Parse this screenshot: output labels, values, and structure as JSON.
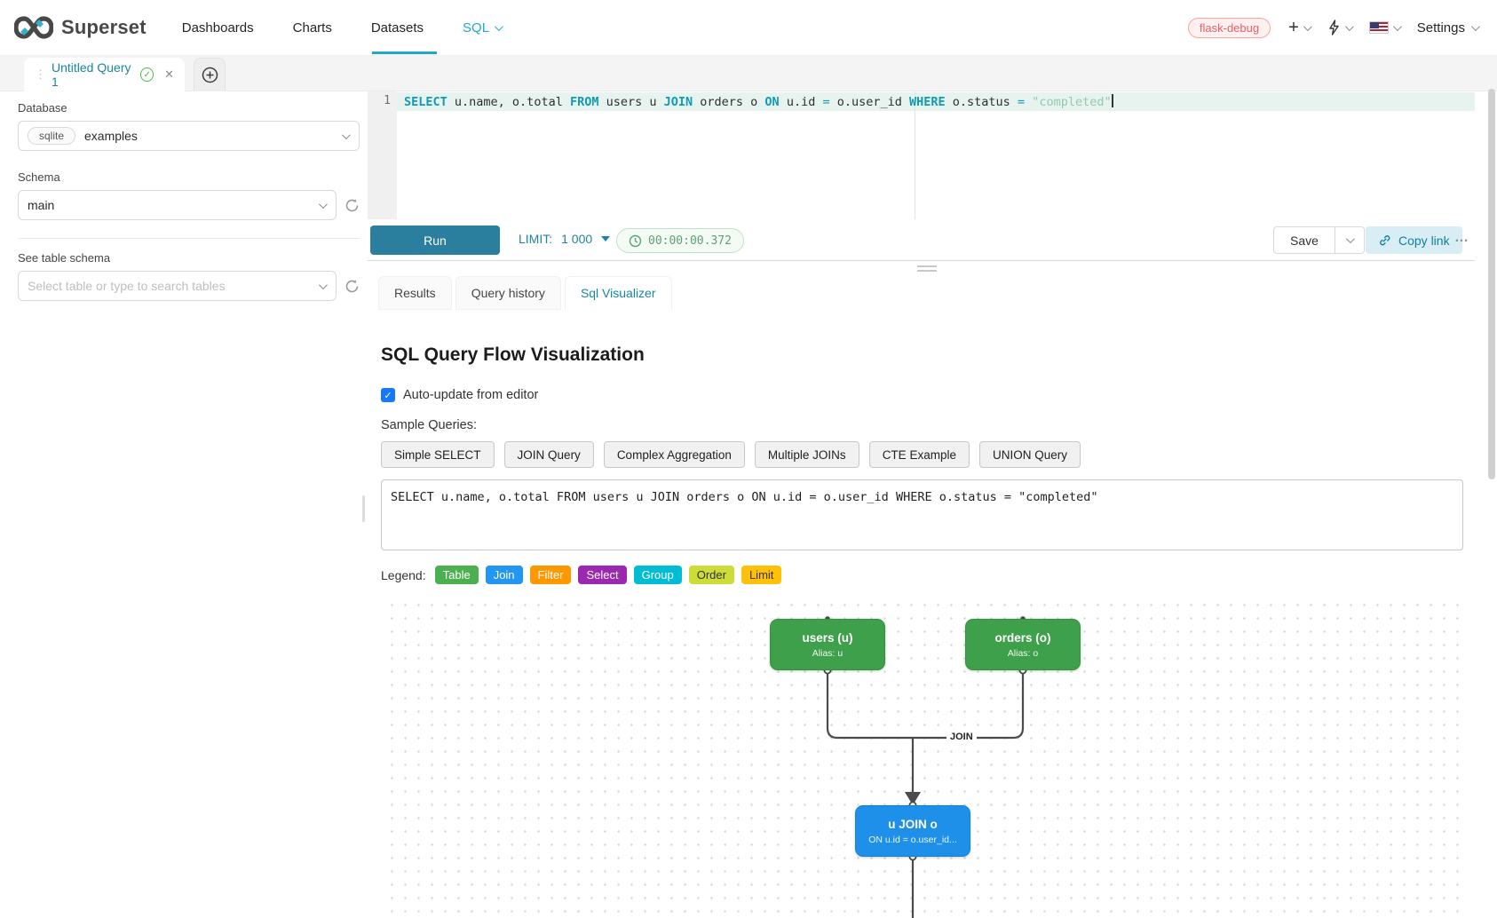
{
  "navbar": {
    "brand": "Superset",
    "items": [
      {
        "label": "Dashboards"
      },
      {
        "label": "Charts"
      },
      {
        "label": "Datasets"
      },
      {
        "label": "SQL"
      }
    ],
    "env_tag": "flask-debug",
    "settings_label": "Settings"
  },
  "query_tab": {
    "title": "Untitled Query 1",
    "close_glyph": "✕",
    "drag_glyph": "⋮",
    "check_glyph": "✓",
    "new_tab_glyph": "+"
  },
  "sidebar": {
    "database_label": "Database",
    "database_engine": "sqlite",
    "database_value": "examples",
    "schema_label": "Schema",
    "schema_value": "main",
    "table_label": "See table schema",
    "table_placeholder": "Select table or type to search tables"
  },
  "editor": {
    "line_number": "1",
    "tokens": [
      {
        "t": "SELECT",
        "c": "kw"
      },
      {
        "t": " u.name, o.total ",
        "c": "id"
      },
      {
        "t": "FROM",
        "c": "kw"
      },
      {
        "t": " users u ",
        "c": "id"
      },
      {
        "t": "JOIN",
        "c": "kw"
      },
      {
        "t": " orders o ",
        "c": "id"
      },
      {
        "t": "ON",
        "c": "kw"
      },
      {
        "t": " u.id ",
        "c": "id"
      },
      {
        "t": "=",
        "c": "op"
      },
      {
        "t": " o.user_id ",
        "c": "id"
      },
      {
        "t": "WHERE",
        "c": "kw"
      },
      {
        "t": " o.status ",
        "c": "id"
      },
      {
        "t": "=",
        "c": "op"
      },
      {
        "t": " ",
        "c": "id"
      },
      {
        "t": "\"completed\"",
        "c": "str"
      }
    ]
  },
  "toolbar": {
    "run_label": "Run",
    "limit_label": "LIMIT:",
    "limit_value": "1 000",
    "timer_value": "00:00:00.372",
    "save_label": "Save",
    "copy_link_label": "Copy link",
    "more_label": "…"
  },
  "result_tabs": [
    {
      "label": "Results"
    },
    {
      "label": "Query history"
    },
    {
      "label": "Sql Visualizer"
    }
  ],
  "visualizer": {
    "title": "SQL Query Flow Visualization",
    "auto_update_label": "Auto-update from editor",
    "samples_label": "Sample Queries:",
    "sample_buttons": [
      {
        "label": "Simple SELECT"
      },
      {
        "label": "JOIN Query"
      },
      {
        "label": "Complex Aggregation"
      },
      {
        "label": "Multiple JOINs"
      },
      {
        "label": "CTE Example"
      },
      {
        "label": "UNION Query"
      }
    ],
    "query_text": "SELECT u.name, o.total FROM users u JOIN orders o ON u.id = o.user_id WHERE o.status = \"completed\"",
    "legend_label": "Legend:",
    "legend": [
      {
        "label": "Table",
        "color": "#4caf50",
        "text_color": "#ffffff"
      },
      {
        "label": "Join",
        "color": "#2196f3",
        "text_color": "#ffffff"
      },
      {
        "label": "Filter",
        "color": "#ff9800",
        "text_color": "#ffffff"
      },
      {
        "label": "Select",
        "color": "#9c27b0",
        "text_color": "#ffffff"
      },
      {
        "label": "Group",
        "color": "#00bcd4",
        "text_color": "#ffffff"
      },
      {
        "label": "Order",
        "color": "#cddc39",
        "text_color": "#333333"
      },
      {
        "label": "Limit",
        "color": "#ffc107",
        "text_color": "#333333"
      }
    ],
    "flow": {
      "nodes": [
        {
          "title": "users (u)",
          "subtitle": "Alias: u"
        },
        {
          "title": "orders (o)",
          "subtitle": "Alias: o"
        },
        {
          "title": "u JOIN o",
          "subtitle": "ON u.id = o.user_id..."
        }
      ],
      "edge_label": "JOIN",
      "node_colors": {
        "table": "#3ea04a",
        "join": "#1e90ea"
      }
    }
  }
}
